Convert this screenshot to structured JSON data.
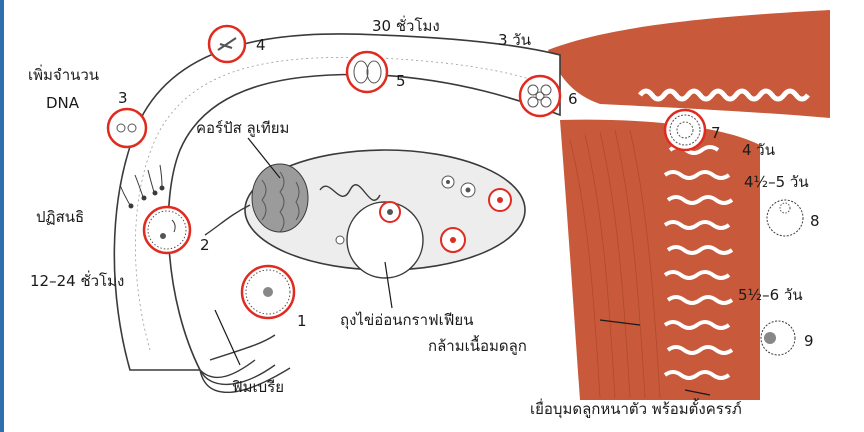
{
  "colors": {
    "muscle": "#c8593a",
    "muscle_dark": "#a8442a",
    "stage_ring": "#e02b20",
    "left_bar": "#2f6fb0",
    "tube_fill": "#ffffff",
    "ovary_fill": "#ededed"
  },
  "labels": {
    "dna": "เพิ่มจำนวน\nDNA",
    "fertilization": "ปฏิสนธิ",
    "hours_12_24": "12–24 ชั่วโมง",
    "hours_30": "30 ชั่วโมง",
    "day_3": "3 วัน",
    "day_4": "4 วัน",
    "day_4_5": "4½–5 วัน",
    "day_5_6": "5½–6 วัน",
    "corpus_luteum": "คอร์ปัส ลูเทียม",
    "graafian": "ถุงไข่อ่อนกราฟเฟียน",
    "fimbria": "ฟิมเบรีย",
    "muscle": "กล้ามเนื้อมดลูก",
    "endometrium": "เยื่อบุมดลูกหนาตัว พร้อมตั้งครรภ์"
  },
  "stages": [
    "1",
    "2",
    "3",
    "4",
    "5",
    "6",
    "7",
    "8",
    "9"
  ]
}
